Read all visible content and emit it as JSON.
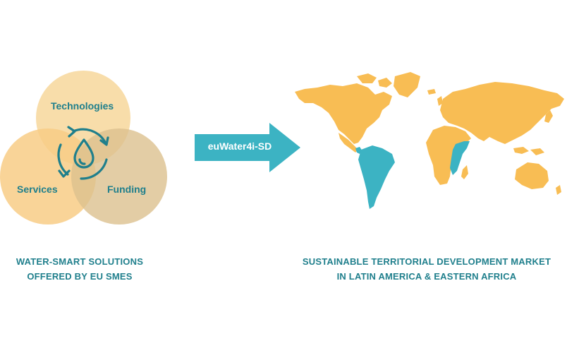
{
  "venn": {
    "circles": [
      {
        "label": "Technologies",
        "color": "#f8dba5"
      },
      {
        "label": "Services",
        "color": "#f8cc86"
      },
      {
        "label": "Funding",
        "color": "#dcc08f"
      }
    ],
    "center_icon": "water-cycle-icon",
    "icon_color": "#1f7f8c"
  },
  "arrow": {
    "label": "euWater4i-SD",
    "color": "#3cb3c3"
  },
  "map": {
    "land_color": "#f8bd54",
    "highlight_color": "#3cb3c3",
    "highlighted_regions": [
      "Latin America",
      "Eastern Africa"
    ]
  },
  "captions": {
    "left_line1": "WATER-SMART SOLUTIONS",
    "left_line2": "OFFERED BY EU SMES",
    "right_line1": "SUSTAINABLE TERRITORIAL DEVELOPMENT MARKET",
    "right_line2": "IN LATIN AMERICA & EASTERN AFRICA"
  }
}
